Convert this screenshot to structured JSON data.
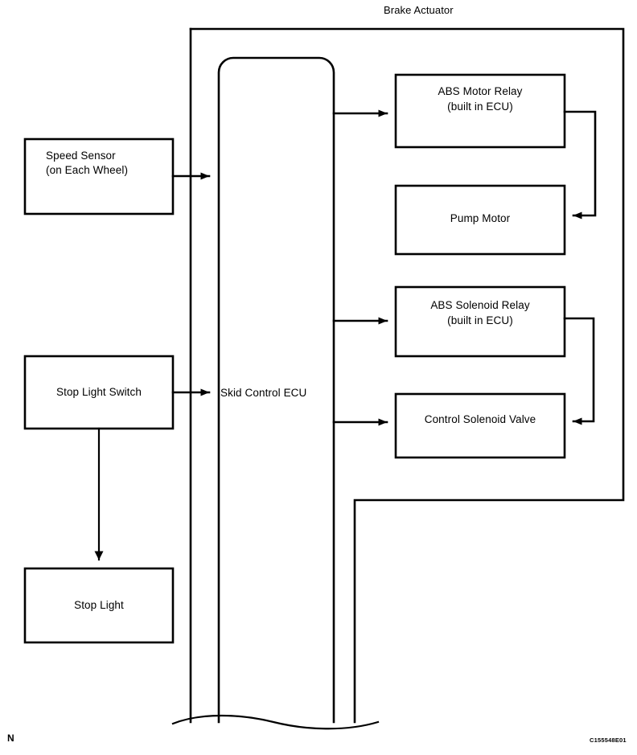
{
  "figure": {
    "title": "Brake Actuator",
    "corner_mark": "N",
    "figure_code": "C155548E01",
    "line_color": "#000000",
    "background_color": "#ffffff"
  },
  "blocks": {
    "speed_sensor": {
      "line1": "Speed Sensor",
      "line2": "(on Each Wheel)"
    },
    "stop_light_switch": {
      "line1": "Stop Light Switch"
    },
    "stop_light": {
      "line1": "Stop Light"
    },
    "skid_control_ecu": {
      "line1": "Skid Control ECU"
    },
    "abs_motor_relay": {
      "line1": "ABS Motor Relay",
      "line2": "(built in ECU)"
    },
    "pump_motor": {
      "line1": "Pump Motor"
    },
    "abs_solenoid_relay": {
      "line1": "ABS Solenoid Relay",
      "line2": "(built in ECU)"
    },
    "control_solenoid_valve": {
      "line1": "Control Solenoid Valve"
    }
  },
  "connections": [
    {
      "name": "speed-sensor-to-ecu",
      "from": "speed_sensor",
      "to": "skid_control_ecu",
      "arrow": "right"
    },
    {
      "name": "stop-light-switch-to-ecu",
      "from": "stop_light_switch",
      "to": "skid_control_ecu",
      "arrow": "right"
    },
    {
      "name": "stop-light-switch-to-stop-light",
      "from": "stop_light_switch",
      "to": "stop_light",
      "arrow": "down"
    },
    {
      "name": "ecu-to-abs-motor-relay",
      "from": "skid_control_ecu",
      "to": "abs_motor_relay",
      "arrow": "right"
    },
    {
      "name": "abs-motor-relay-to-pump-motor",
      "from": "abs_motor_relay",
      "to": "pump_motor",
      "arrow": "left"
    },
    {
      "name": "ecu-to-abs-solenoid-relay",
      "from": "skid_control_ecu",
      "to": "abs_solenoid_relay",
      "arrow": "right"
    },
    {
      "name": "ecu-to-control-solenoid-valve",
      "from": "skid_control_ecu",
      "to": "control_solenoid_valve",
      "arrow": "right"
    },
    {
      "name": "abs-solenoid-relay-to-control-solenoid-valve",
      "from": "abs_solenoid_relay",
      "to": "control_solenoid_valve",
      "arrow": "left"
    }
  ]
}
